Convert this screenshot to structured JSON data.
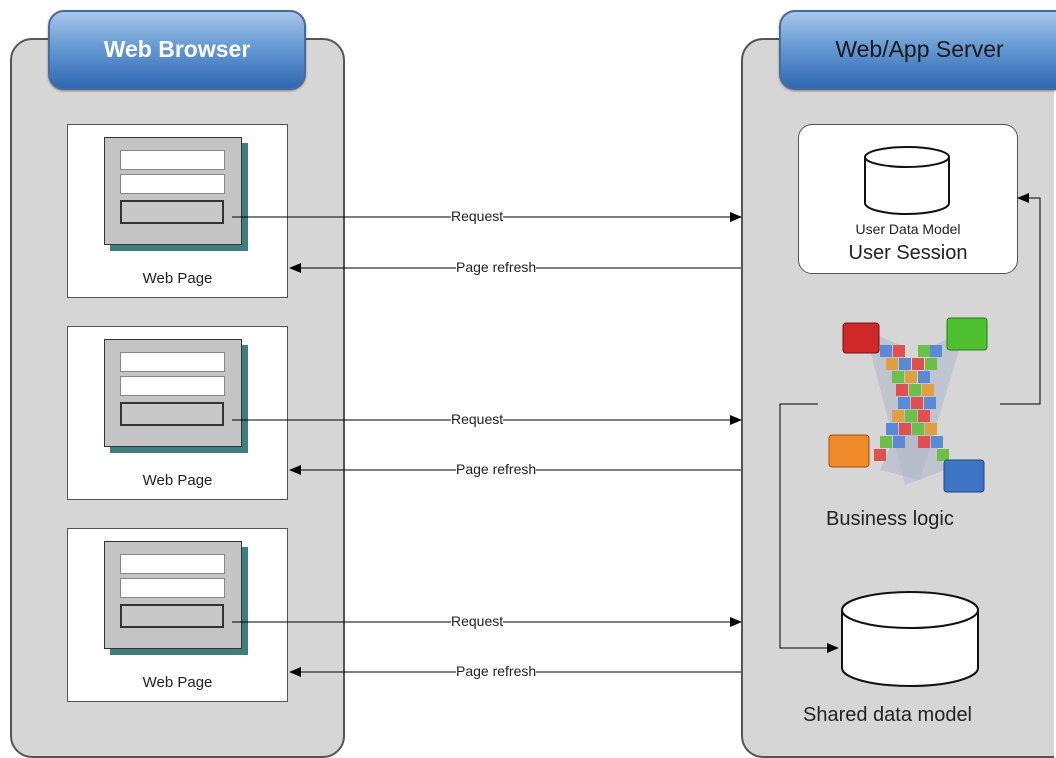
{
  "browser": {
    "title": "Web Browser"
  },
  "server": {
    "title": "Web/App Server",
    "session": {
      "model_label": "User Data Model",
      "title": "User Session"
    },
    "business_logic": "Business logic",
    "shared_model": "Shared data model"
  },
  "pages": [
    {
      "label": "Web Page",
      "request": "Request",
      "refresh": "Page refresh"
    },
    {
      "label": "Web Page",
      "request": "Request",
      "refresh": "Page refresh"
    },
    {
      "label": "Web Page",
      "request": "Request",
      "refresh": "Page refresh"
    }
  ],
  "colors": {
    "panel": "#d6d6d6",
    "header": "#4f86c8",
    "shadow": "#3e7e7c"
  }
}
